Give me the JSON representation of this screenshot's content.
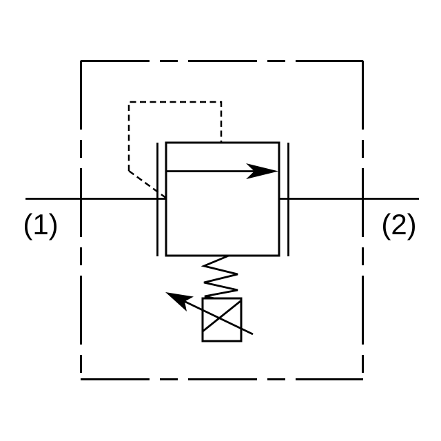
{
  "diagram": {
    "kind": "hydraulic-schematic-symbol",
    "description": "Pilot-operated adjustable pressure relief valve, ISO-style schematic symbol inside dashed component enclosure",
    "colors": {
      "line": "#000000",
      "background": "#ffffff"
    },
    "ports": {
      "port1": {
        "label": "(1)",
        "side": "left"
      },
      "port2": {
        "label": "(2)",
        "side": "right"
      }
    },
    "elements": {
      "enclosure": "component-enclosure-dashed-boundary",
      "flow_path": "main-flow-line-port1-to-port2",
      "valve_body": "valve-body-square-with-port-ticks",
      "flow_arrow": "flow-direction-arrow-pointing-right",
      "pilot_line": "dashed-pilot-pressure-sensing-line",
      "spring": "spring-zigzag-symbol",
      "adjustment": "adjustment-box-with-diagonal-cross",
      "adjustment_arrow": "adjustability-arrow-through-box"
    }
  }
}
